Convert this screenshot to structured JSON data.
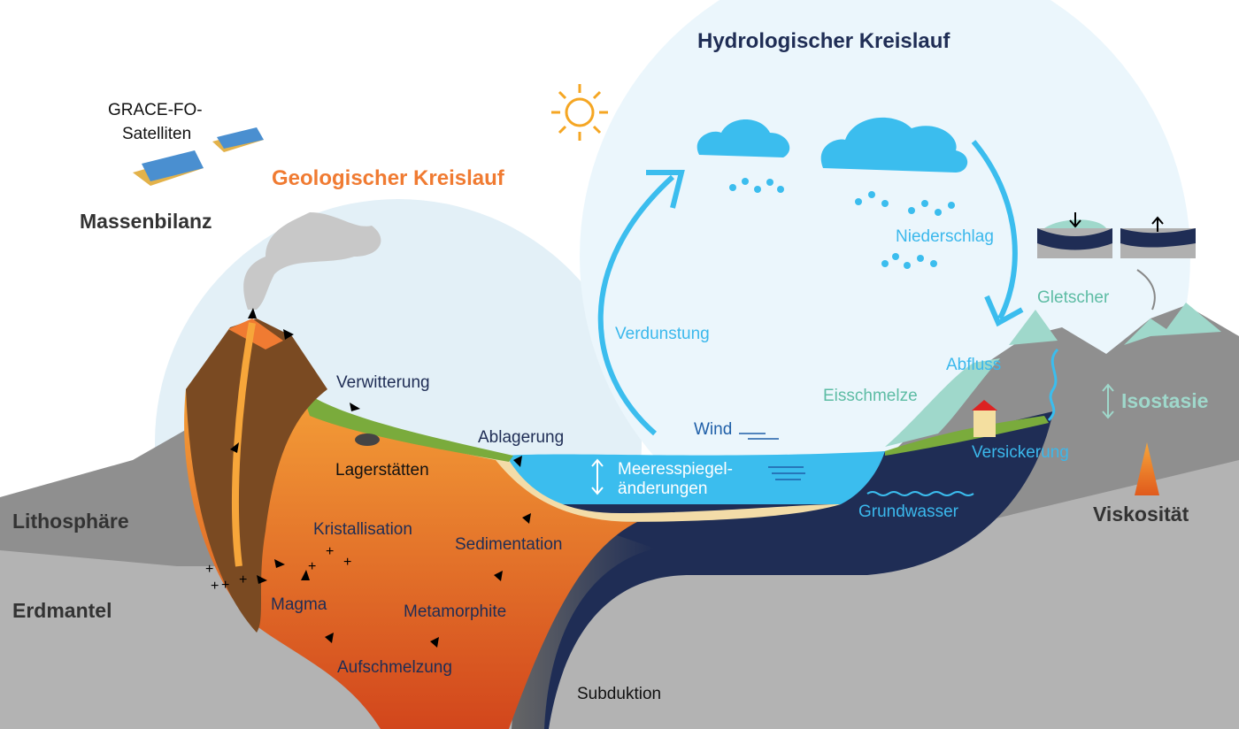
{
  "titles": {
    "hydro": "Hydrologischer Kreislauf",
    "geo": "Geologischer Kreislauf"
  },
  "satellite": {
    "line1": "GRACE-FO-",
    "line2": "Satelliten"
  },
  "labels": {
    "massenbilanz": "Massenbilanz",
    "lithosphaere": "Lithosphäre",
    "erdmantel": "Erdmantel",
    "verwitterung": "Verwitterung",
    "lagerstaetten": "Lagerstätten",
    "ablagerung": "Ablagerung",
    "kristallisation": "Kristallisation",
    "sedimentation": "Sedimentation",
    "magma": "Magma",
    "metamorphite": "Metamorphite",
    "aufschmelzung": "Aufschmelzung",
    "subduktion": "Subduktion",
    "verdunstung": "Verdunstung",
    "wind": "Wind",
    "meeresspiegel1": "Meeresspiegel-",
    "meeresspiegel2": "änderungen",
    "niederschlag": "Niederschlag",
    "gletscher": "Gletscher",
    "abfluss": "Abfluss",
    "eisschmelze": "Eisschmelze",
    "versickerung": "Versickerung",
    "grundwasser": "Grundwasser",
    "isostasie": "Isostasie",
    "viskositaet": "Viskosität"
  },
  "colors": {
    "orange": "#f07b32",
    "navy": "#1f2d55",
    "blue": "#3bbdee",
    "teal": "#5dbca4",
    "gray": "#8e8e8e",
    "mantle": "#b3b3b3"
  }
}
